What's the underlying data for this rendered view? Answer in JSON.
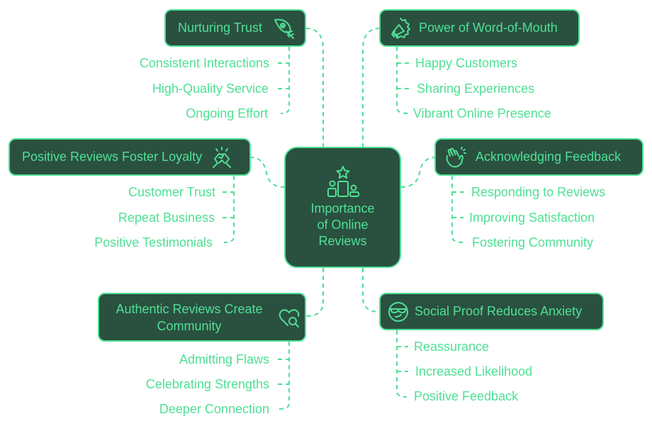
{
  "colors": {
    "node_fill": "#2a5040",
    "accent": "#4fe095",
    "background": "#ffffff"
  },
  "center": {
    "lines": [
      "Importance",
      "of Online",
      "Reviews"
    ],
    "icon": "podium-star-icon"
  },
  "branches": {
    "nurturing_trust": {
      "title": "Nurturing Trust",
      "icon": "feather-eye-icon",
      "items": [
        "Consistent Interactions",
        "High-Quality Service",
        "Ongoing Effort"
      ]
    },
    "word_of_mouth": {
      "title": "Power of Word-of-Mouth",
      "icon": "megaphone-badge-icon",
      "items": [
        "Happy Customers",
        "Sharing Experiences",
        "Vibrant Online Presence"
      ]
    },
    "loyalty": {
      "title": "Positive Reviews Foster Loyalty",
      "icon": "handshake-cheer-icon",
      "items": [
        "Customer Trust",
        "Repeat Business",
        "Positive Testimonials"
      ]
    },
    "feedback": {
      "title": "Acknowledging Feedback",
      "icon": "clapping-hands-icon",
      "items": [
        "Responding to Reviews",
        "Improving Satisfaction",
        "Fostering Community"
      ]
    },
    "community": {
      "title_lines": [
        "Authentic Reviews Create",
        "Community"
      ],
      "icon": "heart-search-icon",
      "items": [
        "Admitting Flaws",
        "Celebrating Strengths",
        "Deeper Connection"
      ]
    },
    "anxiety": {
      "title": "Social Proof Reduces Anxiety",
      "icon": "cool-face-icon",
      "items": [
        "Reassurance",
        "Increased Likelihood",
        "Positive Feedback"
      ]
    }
  }
}
